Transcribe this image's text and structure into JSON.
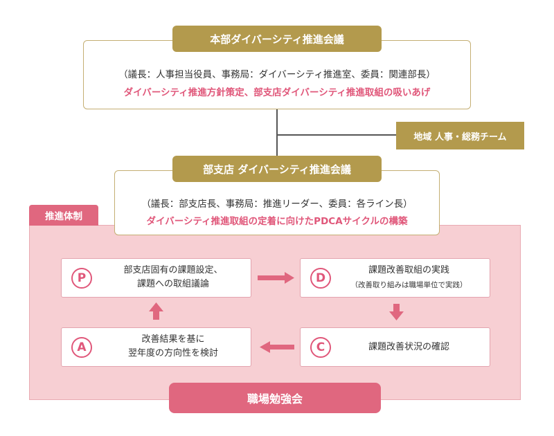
{
  "hq_council": {
    "title": "本部ダイバーシティ推進会議",
    "members": "（議長：人事担当役員、事務局：ダイバーシティ推進室、委員：関連部長）",
    "role": "ダイバーシティ推進方針策定、部支店ダイバーシティ推進取組の吸いあげ"
  },
  "regional_team": "地域 人事・総務チーム",
  "branch_council": {
    "title": "部支店 ダイバーシティ推進会議",
    "members": "（議長：部支店長、事務局：推進リーダー、委員：各ライン長）",
    "role": "ダイバーシティ推進取組の定着に向けたPDCAサイクルの構築"
  },
  "panel_tab": "推進体制",
  "pdca": {
    "p": {
      "letter": "P",
      "line1": "部支店固有の課題設定、",
      "line2": "課題への取組議論"
    },
    "d": {
      "letter": "D",
      "line1": "課題改善取組の実践",
      "sub": "（改善取り組みは職場単位で実践）"
    },
    "c": {
      "letter": "C",
      "line1": "課題改善状況の確認"
    },
    "a": {
      "letter": "A",
      "line1": "改善結果を基に",
      "line2": "翌年度の方向性を検討"
    }
  },
  "workplace": "職場勉強会",
  "colors": {
    "gold": "#b39a4d",
    "pink": "#e0677f",
    "panel": "#f7cfd3",
    "accent_text": "#e0577a"
  }
}
